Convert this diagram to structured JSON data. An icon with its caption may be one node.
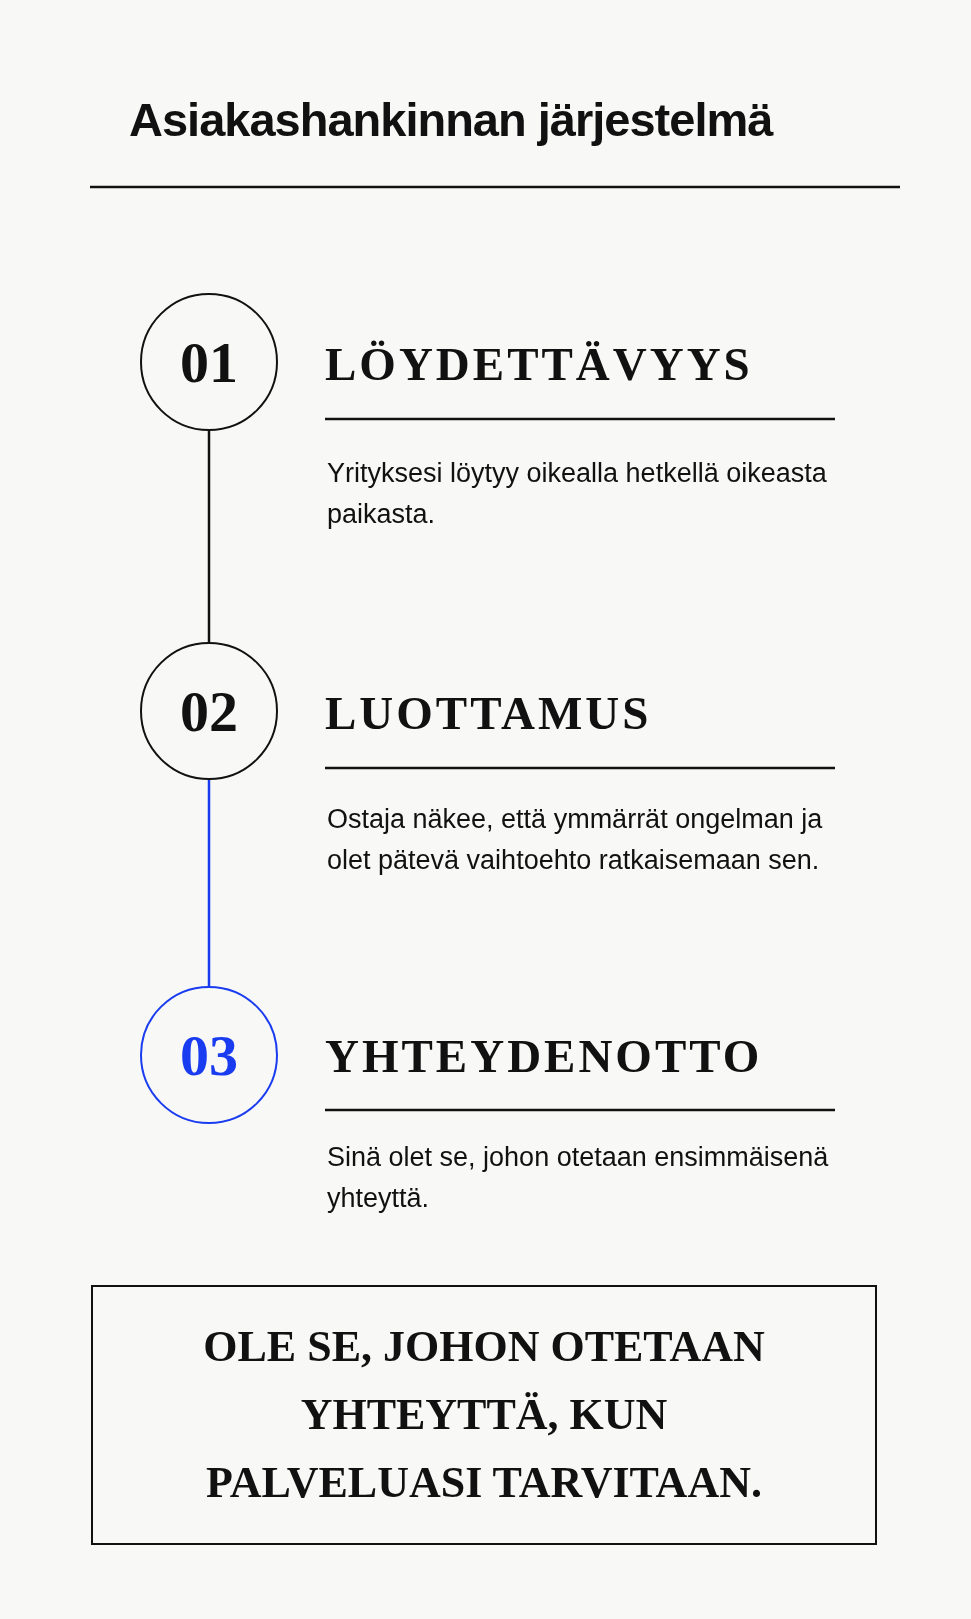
{
  "diagram": {
    "title": "Asiakashankinnan järjestelmä",
    "nodes": [
      {
        "text": [
          "01"
        ],
        "beside": [
          "LÖYDETTÄVYYS",
          "Yrityksesi löytyy oikealla hetkellä oikeasta paikasta."
        ]
      },
      {
        "text": [
          "02"
        ],
        "beside": [
          "LUOTTAMUS",
          "Ostaja näkee, että ymmärrät ongelman ja olet pätevä vaihtoehto ratkaisemaan sen."
        ]
      },
      {
        "text": [
          "03"
        ],
        "beside": [
          "YHTEYDENOTTO",
          "Sinä olet se, johon otetaan ensimmäisenä yhteyttä."
        ]
      },
      {
        "text": [
          "OLE SE, JOHON OTETAAN YHTEYTTÄ, KUN PALVELUASI TARVITAAN."
        ]
      }
    ],
    "edges": [
      {
        "from": 0,
        "to": 1,
        "arrow": "none"
      },
      {
        "from": 1,
        "to": 2,
        "arrow": "none",
        "color": "#1a3cf0"
      }
    ]
  }
}
